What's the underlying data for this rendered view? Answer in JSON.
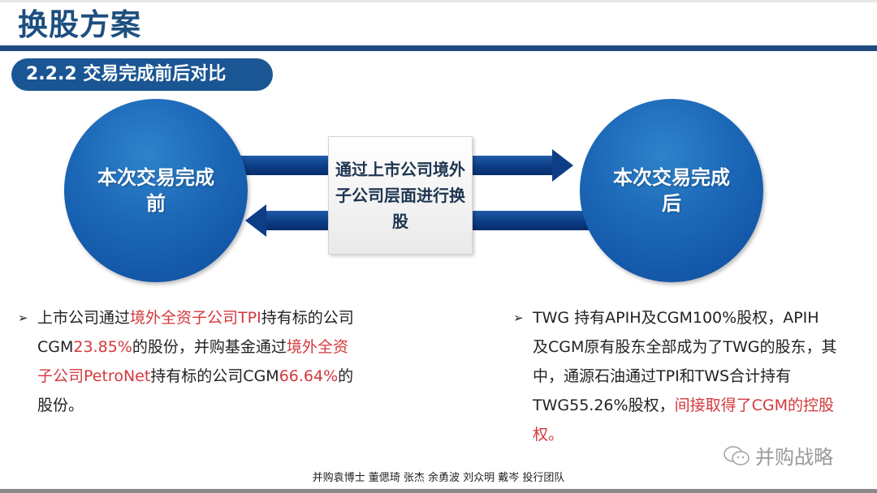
{
  "slide": {
    "title": "换股方案",
    "section": "2.2.2 交易完成前后对比"
  },
  "diagram": {
    "left_circle": "本次交易完成前",
    "right_circle": "本次交易完成后",
    "center_box": "通过上市公司境外子公司层面进行换股",
    "colors": {
      "circle": "#1b67b6",
      "arrow": "#0d3e86",
      "box_text": "#1e3550"
    }
  },
  "bullets": {
    "left": {
      "marker": "➢",
      "segments": [
        {
          "text": "上市公司通过",
          "highlight": false
        },
        {
          "text": "境外全资子公司TPI",
          "highlight": true
        },
        {
          "text": "持有标的公司CGM",
          "highlight": false
        },
        {
          "text": "23.85%",
          "highlight": true
        },
        {
          "text": "的股份，并购基金通过",
          "highlight": false
        },
        {
          "text": "境外全资子公司PetroNet",
          "highlight": true
        },
        {
          "text": "持有标的公司CGM",
          "highlight": false
        },
        {
          "text": "66.64%",
          "highlight": true
        },
        {
          "text": "的股份。",
          "highlight": false
        }
      ]
    },
    "right": {
      "marker": "➢",
      "segments": [
        {
          "text": "TWG 持有APIH及CGM100%股权，APIH 及CGM原有股东全部成为了TWG的股东，其中，通源石油通过TPI和TWS合计持有TWG55.26%股权，",
          "highlight": false
        },
        {
          "text": "间接取得了CGM的控股权。",
          "highlight": true
        }
      ]
    },
    "highlight_color": "#d4383c"
  },
  "watermark": {
    "label": "并购战略",
    "icon": "wechat-icon"
  },
  "footer": {
    "credits": "并购袁博士 董偲琦 张杰 余勇波 刘众明 戴岑 投行团队"
  }
}
